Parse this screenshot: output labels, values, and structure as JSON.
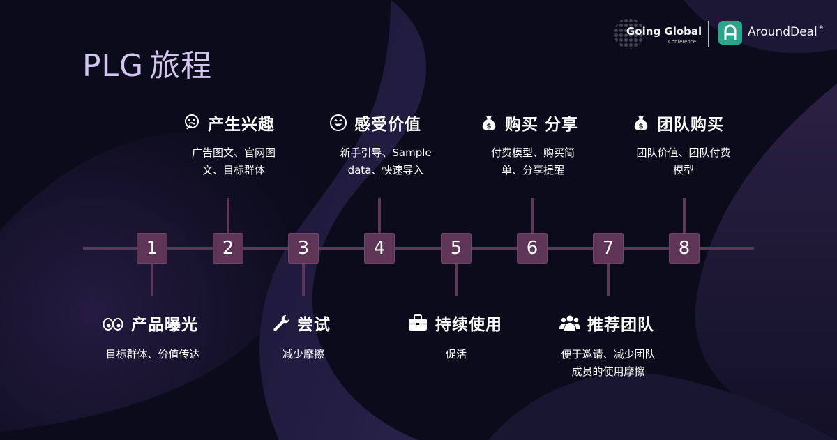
{
  "title": {
    "latin": "PLG",
    "zh": "旅程"
  },
  "logos": {
    "left_name": "Going Global",
    "left_sub": "Conference",
    "right_name": "AroundDeal",
    "right_mark": "®"
  },
  "colors": {
    "background": "#0d0c1e",
    "accent": "#5e3557",
    "title": "#d2c6ef",
    "text": "#ffffff"
  },
  "nodes": [
    "1",
    "2",
    "3",
    "4",
    "5",
    "6",
    "7",
    "8"
  ],
  "top_steps": [
    {
      "icon": "thinking-face-icon",
      "title": "产生兴趣",
      "desc": [
        "广告图文、官网图",
        "文、目标群体"
      ]
    },
    {
      "icon": "smile-face-icon",
      "title": "感受价值",
      "desc": [
        "新手引导、Sample",
        "data、快速导入"
      ]
    },
    {
      "icon": "money-bag-icon",
      "title": "购买  分享",
      "desc": [
        "付费模型、购买简",
        "单、分享提醒"
      ]
    },
    {
      "icon": "money-bag-icon",
      "title": "团队购买",
      "desc": [
        "团队价值、团队付费",
        "模型"
      ]
    }
  ],
  "bottom_steps": [
    {
      "icon": "eyes-icon",
      "title": "产品曝光",
      "desc": [
        "目标群体、价值传达"
      ]
    },
    {
      "icon": "wrench-icon",
      "title": "尝试",
      "desc": [
        "减少摩擦"
      ]
    },
    {
      "icon": "briefcase-icon",
      "title": "持续使用",
      "desc": [
        "促活"
      ]
    },
    {
      "icon": "users-icon",
      "title": "推荐团队",
      "desc": [
        "便于邀请、减少团队",
        "成员的使用摩擦"
      ]
    }
  ]
}
